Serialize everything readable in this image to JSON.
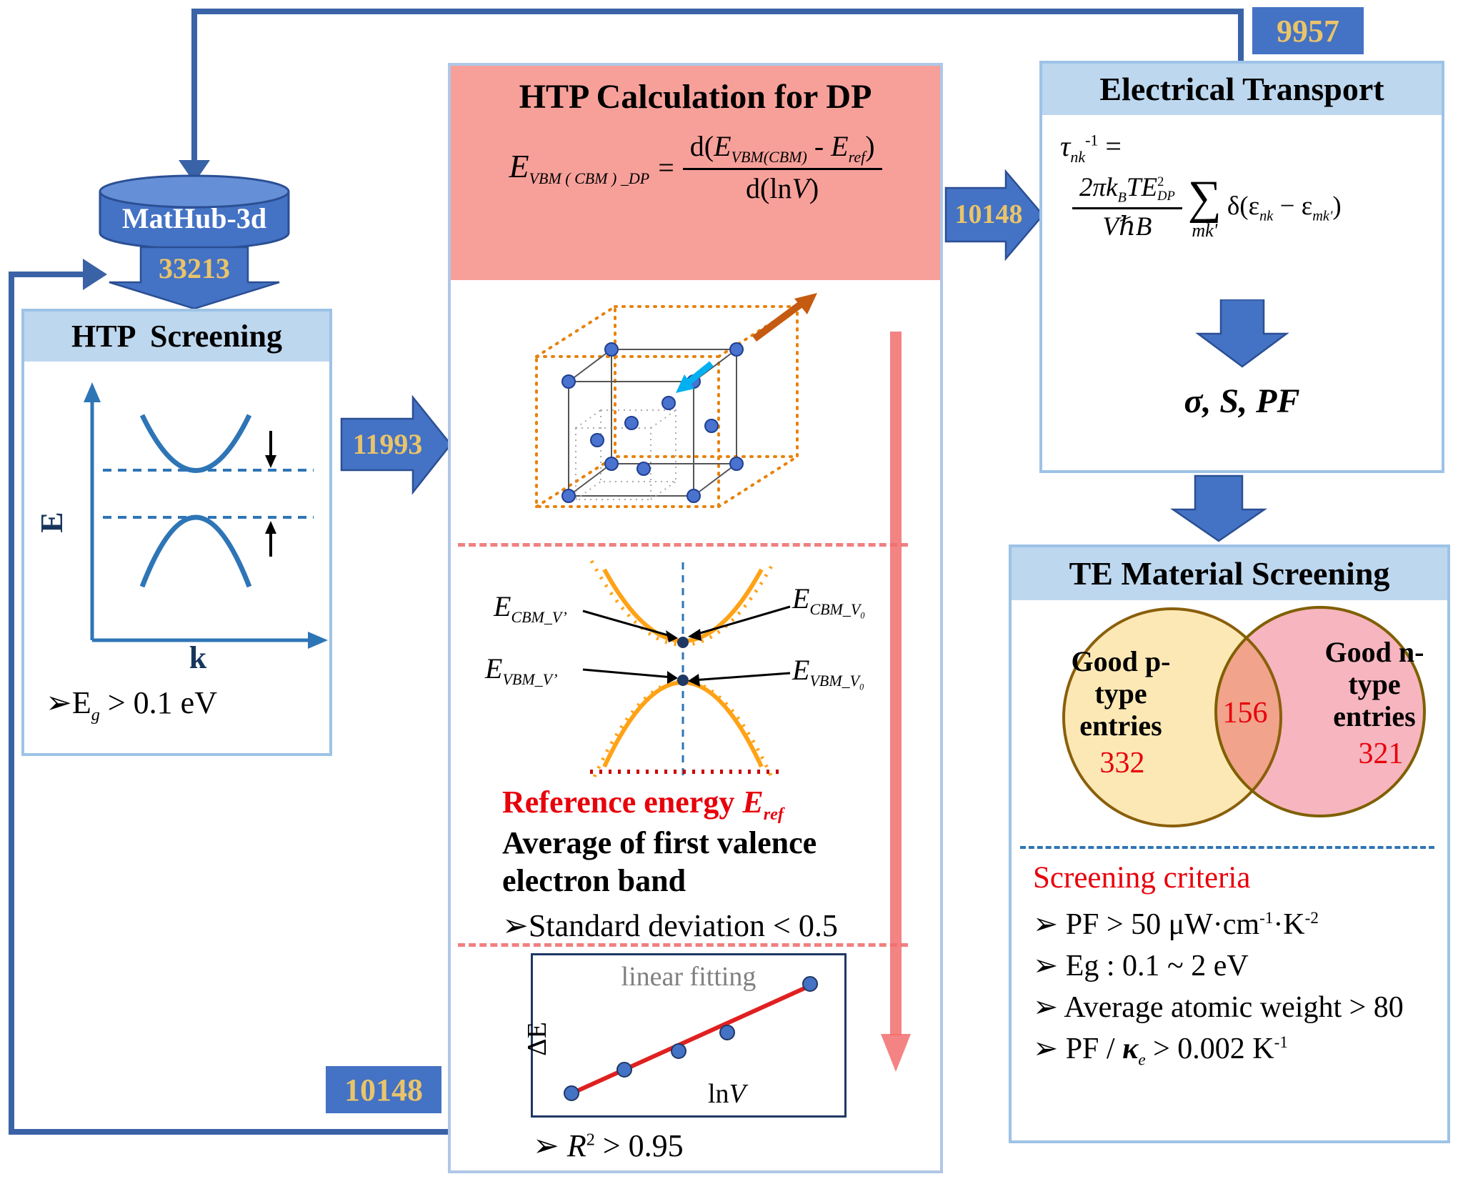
{
  "badges": {
    "top_right": "9957",
    "bottom_left": "10148"
  },
  "database": {
    "label": "MatHub-3d"
  },
  "flow_counts": {
    "to_screening": "33213",
    "to_dp": "11993",
    "to_transport": "10148"
  },
  "htp_screening": {
    "title": "HTP  Screening",
    "axis_e": "E",
    "axis_k": "k",
    "criterion_bullet": "➢",
    "criterion_base": "E",
    "criterion_sub": "g",
    "criterion_rest": " > 0.1 eV"
  },
  "dp_panel": {
    "title": "HTP Calculation for DP",
    "eq_lhs_base": "E",
    "eq_lhs_sub": "VBM ( CBM ) _DP",
    "eq_equals": "=",
    "eq_num_1": "d(",
    "eq_num_2": "E",
    "eq_num_3": "VBM(CBM)",
    "eq_num_4": " - ",
    "eq_num_5": "E",
    "eq_num_6": "ref",
    "eq_num_7": ")",
    "eq_den_1": "d(ln",
    "eq_den_2": "V",
    "eq_den_3": ")",
    "band": {
      "cbm_left_base": "E",
      "cbm_left_sub": "CBM_V’",
      "cbm_right_base": "E",
      "cbm_right_sub": "CBM_V",
      "cbm_right_sub2": "0",
      "vbm_left_base": "E",
      "vbm_left_sub": "VBM_V’",
      "vbm_right_base": "E",
      "vbm_right_sub": "VBM_V",
      "vbm_right_sub2": "0"
    },
    "ref_label": "Reference energy ",
    "ref_base": "E",
    "ref_sub": "ref",
    "avg_text": "Average of first valence electron band",
    "std_bullet": "➢",
    "std_text": "Standard deviation < 0.5",
    "fit_label": "linear fitting",
    "fit_ylabel": "ΔE",
    "fit_xlabel_1": "ln",
    "fit_xlabel_2": "V",
    "r2_bullet": "➢",
    "r2_base": "R",
    "r2_sup": "2",
    "r2_rest": " > 0.95"
  },
  "transport": {
    "title": "Electrical Transport",
    "eq_tau": "τ",
    "eq_tau_sub": "nk",
    "eq_tau_sup": "-1",
    "eq_equals": " =",
    "frac_num_1": "2πk",
    "frac_num_sub1": "B",
    "frac_num_2": "TE",
    "frac_num_sup": "2",
    "frac_num_sub2": "DP",
    "frac_den": "VℏB",
    "sum_sign": "∑",
    "sum_sub": "mk'",
    "delta_1": "δ(ε",
    "delta_sub1": "nk",
    "delta_2": " − ε",
    "delta_sub2": "mk'",
    "delta_3": ")",
    "result": "σ, S, PF"
  },
  "te_screening": {
    "title": "TE Material Screening",
    "venn": {
      "left_label": "Good p-type entries",
      "left_count": "332",
      "overlap_count": "156",
      "right_label": "Good n-type entries",
      "right_count": "321"
    },
    "criteria_title": "Screening criteria",
    "c1_b": "➢",
    "c1_t1": "PF > 50 μW·cm",
    "c1_s1": "-1",
    "c1_t2": "·K",
    "c1_s2": "-2",
    "c2_b": "➢",
    "c2_t1": "Eg : 0.1 ~ 2 eV",
    "c3_b": "➢",
    "c3_t1": "Average atomic weight > 80",
    "c4_b": "➢",
    "c4_t1": "PF / ",
    "c4_k": "κ",
    "c4_ke": "e",
    "c4_t2": " > 0.002 K",
    "c4_s2": "-1"
  }
}
